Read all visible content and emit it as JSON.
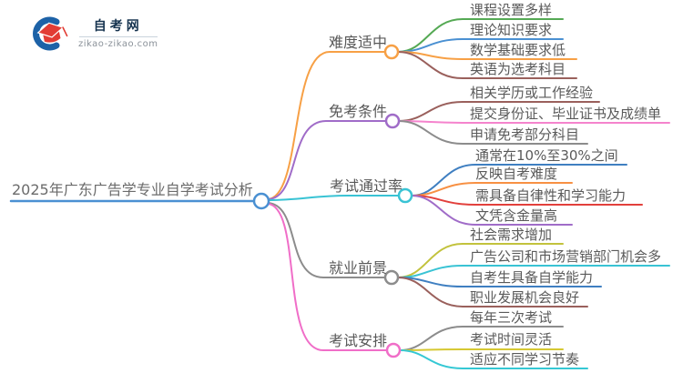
{
  "logo": {
    "site_name": "自考网",
    "site_url": "zikao-zikao.com",
    "crescent_color": "#1d62a7",
    "cap_color": "#e23c34"
  },
  "mindmap": {
    "root": {
      "label": "2025年广东广告学专业自学考试分析",
      "color": "#4a90d2"
    },
    "branches": [
      {
        "label": "难度适中",
        "color": "#f7a045",
        "children": [
          {
            "label": "课程设置多样",
            "color": "#55a954"
          },
          {
            "label": "理论知识要求",
            "color": "#4a90d2"
          },
          {
            "label": "数学基础要求低",
            "color": "#f7a045"
          },
          {
            "label": "英语为选考科目",
            "color": "#9a605c"
          }
        ]
      },
      {
        "label": "免考条件",
        "color": "#a06cc8",
        "children": [
          {
            "label": "相关学历或工作经验",
            "color": "#9a605c"
          },
          {
            "label": "提交身份证、毕业证书及成绩单",
            "color": "#f583cd"
          },
          {
            "label": "申请免考部分科目",
            "color": "#8c8c8c"
          }
        ]
      },
      {
        "label": "考试通过率",
        "color": "#39c3d4",
        "children": [
          {
            "label": "通常在10%至30%之间",
            "color": "#3f7fc1"
          },
          {
            "label": "反映自考难度",
            "color": "#f79043"
          },
          {
            "label": "需具备自律性和学习能力",
            "color": "#e2403c"
          },
          {
            "label": "文凭含金量高",
            "color": "#a06cc8"
          }
        ]
      },
      {
        "label": "就业前景",
        "color": "#8c8c8c",
        "children": [
          {
            "label": "社会需求增加",
            "color": "#c2c23c"
          },
          {
            "label": "广告公司和市场营销部门机会多",
            "color": "#39c3d4"
          },
          {
            "label": "自考生具备自学能力",
            "color": "#3f7fc1"
          },
          {
            "label": "职业发展机会良好",
            "color": "#9a605c"
          }
        ]
      },
      {
        "label": "考试安排",
        "color": "#f06ec8",
        "children": [
          {
            "label": "每年三次考试",
            "color": "#8c8c8c"
          },
          {
            "label": "考试时间灵活",
            "color": "#d6c832"
          },
          {
            "label": "适应不同学习节奏",
            "color": "#35c8d4"
          }
        ]
      }
    ]
  }
}
